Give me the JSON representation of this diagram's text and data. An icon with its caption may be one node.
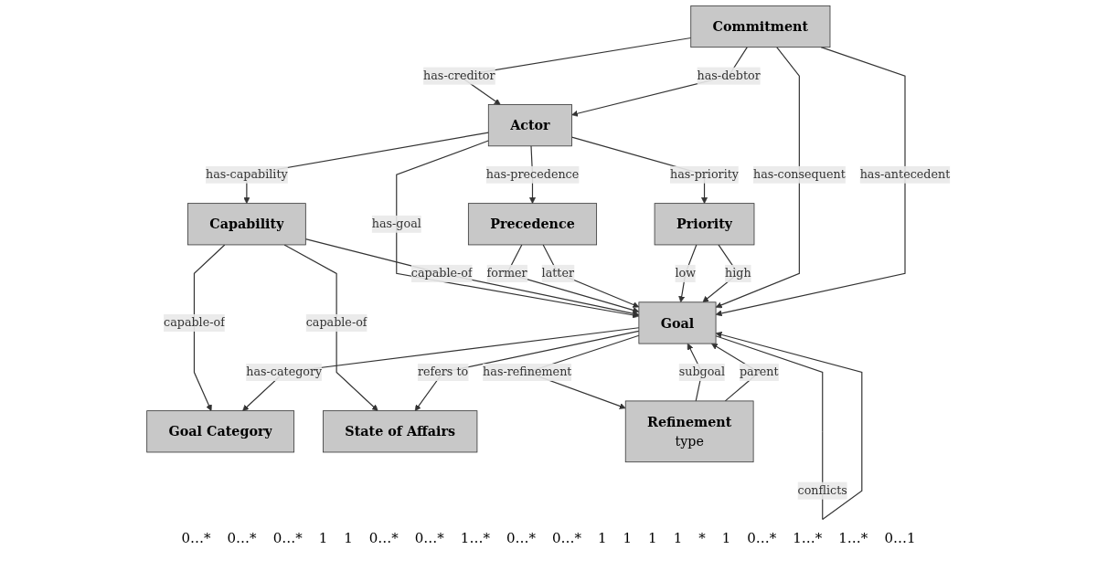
{
  "diagram": {
    "nodes": [
      {
        "text": [
          "Actor"
        ]
      },
      {
        "text": [
          "Goal Category"
        ]
      },
      {
        "text": [
          "Precedence"
        ]
      },
      {
        "text": [
          "Capability"
        ]
      },
      {
        "text": [
          "Priority"
        ]
      },
      {
        "text": [
          "Goal"
        ]
      },
      {
        "text": [
          "State of Affairs"
        ]
      },
      {
        "text": [
          "Commitment"
        ]
      },
      {
        "text": [
          "Refinement",
          "type"
        ]
      }
    ],
    "edges": [
      {
        "from": 0,
        "to": 3,
        "arrow": "to",
        "label": "has-capability"
      },
      {
        "from": 0,
        "to": 5,
        "arrow": "to",
        "label": "has-goal"
      },
      {
        "from": 0,
        "to": 2,
        "arrow": "to",
        "label": "has-precedence"
      },
      {
        "from": 0,
        "to": 4,
        "arrow": "to",
        "label": "has-priority"
      },
      {
        "from": 3,
        "to": 1,
        "arrow": "to",
        "label": "capable-of"
      },
      {
        "from": 3,
        "to": 5,
        "arrow": "to",
        "label": "capable-of"
      },
      {
        "from": 3,
        "to": 6,
        "arrow": "to",
        "label": "capable-of"
      },
      {
        "from": 5,
        "to": 1,
        "arrow": "to",
        "label": "has-category"
      },
      {
        "from": 2,
        "to": 5,
        "arrow": "to",
        "label": "former"
      },
      {
        "from": 2,
        "to": 5,
        "arrow": "to",
        "label": "latter"
      },
      {
        "from": 4,
        "to": 5,
        "arrow": "to",
        "label": "low"
      },
      {
        "from": 4,
        "to": 5,
        "arrow": "to",
        "label": "high"
      },
      {
        "from": 5,
        "to": 6,
        "arrow": "to",
        "label": "refers to"
      },
      {
        "from": 5,
        "to": 8,
        "arrow": "to",
        "label": "has-refinement"
      },
      {
        "from": 5,
        "to": 5,
        "arrow": "to",
        "label": "conflicts"
      },
      {
        "from": 8,
        "to": 5,
        "arrow": "to",
        "label": "subgoal"
      },
      {
        "from": 8,
        "to": 5,
        "arrow": "to",
        "label": "parent"
      },
      {
        "from": 7,
        "to": 0,
        "arrow": "to",
        "label": "has-creditor"
      },
      {
        "from": 7,
        "to": 0,
        "arrow": "to",
        "label": "has-debtor"
      },
      {
        "from": 7,
        "to": 5,
        "arrow": "to",
        "label": "has-consequent"
      },
      {
        "from": 7,
        "to": 5,
        "arrow": "to",
        "label": "has-antecedent"
      }
    ],
    "labels": [
      "0…*",
      "0…*",
      "0…*",
      "1",
      "1",
      "0…*",
      "0…*",
      "1…*",
      "0…*",
      "0…*",
      "1",
      "1",
      "1",
      "1",
      "*",
      "1",
      "0…*",
      "1…*",
      "1…*",
      "0…1"
    ]
  }
}
